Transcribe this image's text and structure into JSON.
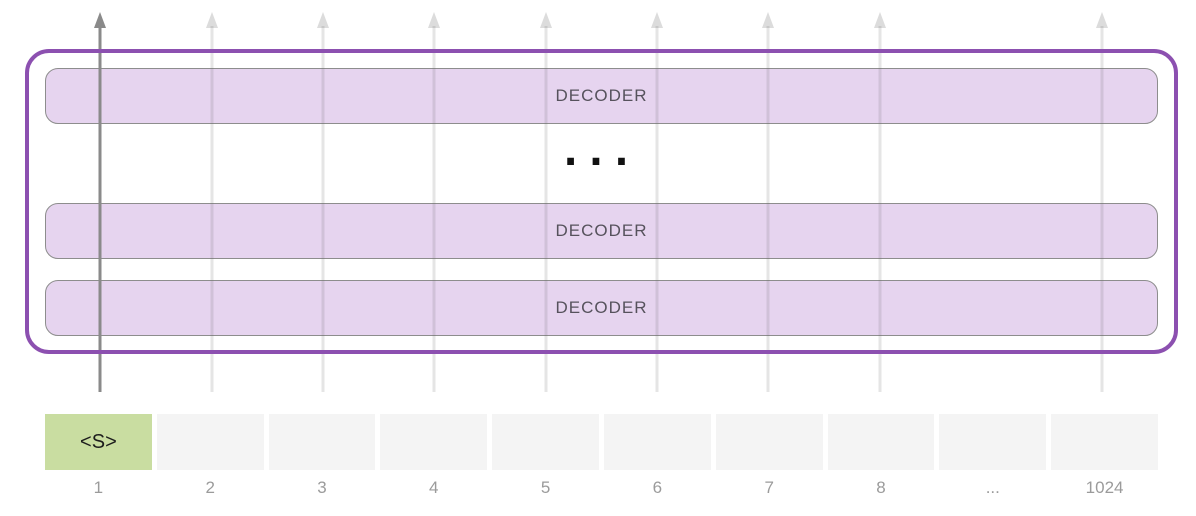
{
  "decoder_stack": {
    "layers": [
      {
        "label": "DECODER"
      },
      {
        "label": "DECODER"
      },
      {
        "label": "DECODER"
      }
    ],
    "ellipsis": "..."
  },
  "tokens": {
    "cells": [
      {
        "label": "<s>",
        "highlighted": true
      },
      {
        "label": "",
        "highlighted": false
      },
      {
        "label": "",
        "highlighted": false
      },
      {
        "label": "",
        "highlighted": false
      },
      {
        "label": "",
        "highlighted": false
      },
      {
        "label": "",
        "highlighted": false
      },
      {
        "label": "",
        "highlighted": false
      },
      {
        "label": "",
        "highlighted": false
      },
      {
        "label": "",
        "highlighted": false
      },
      {
        "label": "",
        "highlighted": false
      }
    ],
    "positions": [
      "1",
      "2",
      "3",
      "4",
      "5",
      "6",
      "7",
      "8",
      "...",
      "1024"
    ]
  },
  "colors": {
    "purple_border": "#8c50b0",
    "decoder_fill": "#e6d4ef",
    "decoder_border": "#8d8d8d",
    "decoder_text": "#56525c",
    "arrow_dark": "#8a8a8a",
    "arrow_light": "#dcdcdc",
    "cell_gray": "#f4f4f4",
    "cell_green": "#c9dda1",
    "token_text": "#1c1c1c",
    "position_text": "#9b9b9b"
  }
}
